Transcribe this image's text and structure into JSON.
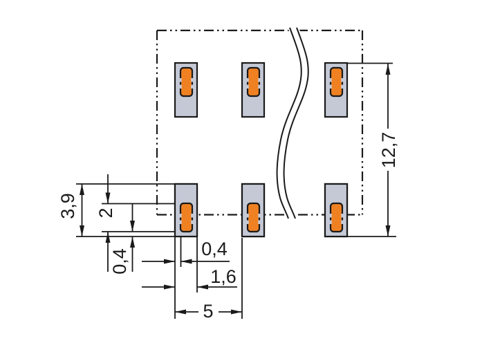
{
  "drawing": {
    "title": "smd-pad-footprint-dimension-drawing",
    "labels": {
      "pad_column_height": "3,9",
      "solder_area_height": "2",
      "solder_bottom_offset": "0,4",
      "pad_left_offset": "0,4",
      "pad_width": "1,6",
      "pin_pitch": "5",
      "row_outer_span": "12,7"
    },
    "colors": {
      "pad_gray": "#c5c9d6",
      "pad_orange": "#ef8122",
      "line": "#1a1a1a",
      "background": "#ffffff"
    }
  }
}
